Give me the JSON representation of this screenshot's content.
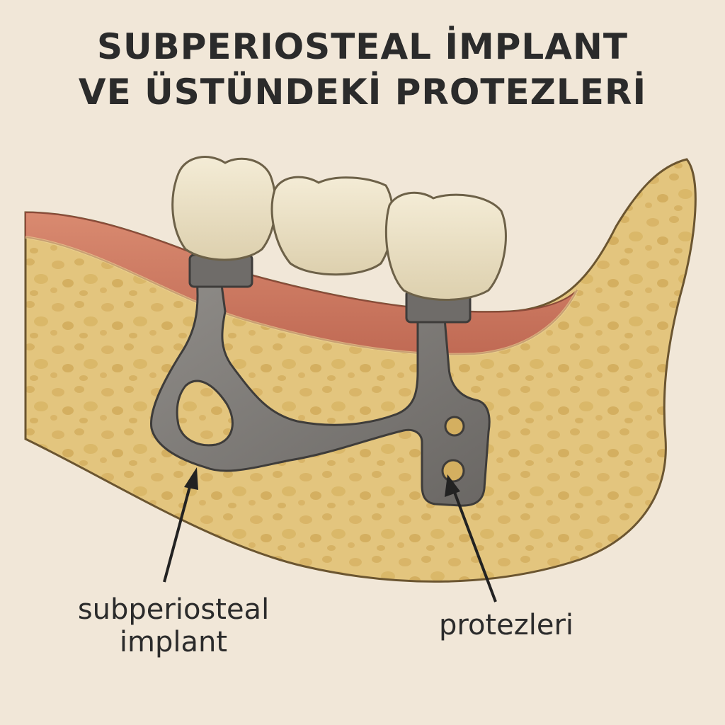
{
  "title": {
    "line1": "SUBPERIOSTEAL İMPLANT",
    "line2": "VE ÜSTÜNDEKİ PROTEZLERİ"
  },
  "labels": {
    "implant": {
      "line1": "subperiosteal",
      "line2": "implant"
    },
    "prosthesis": {
      "line1": "protezleri"
    }
  },
  "colors": {
    "background": "#f1e7d8",
    "bone": "#e3c57e",
    "bone_outline": "#6b5530",
    "gum": "#c97a62",
    "tooth": "#ece3c8",
    "metal": "#7e7b78",
    "text": "#2b2b2b"
  }
}
